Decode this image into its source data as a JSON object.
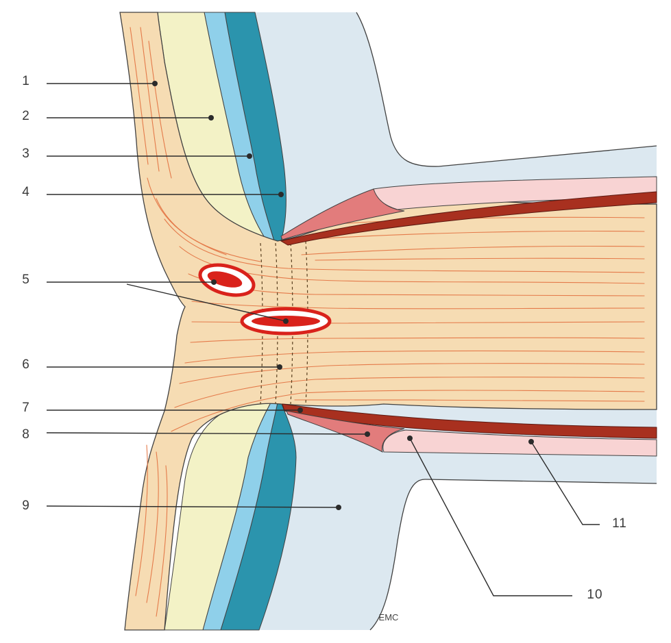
{
  "labels": [
    {
      "id": "1",
      "text": "1"
    },
    {
      "id": "2",
      "text": "2"
    },
    {
      "id": "3",
      "text": "3"
    },
    {
      "id": "4",
      "text": "4"
    },
    {
      "id": "5",
      "text": "5"
    },
    {
      "id": "6",
      "text": "6"
    },
    {
      "id": "7",
      "text": "7"
    },
    {
      "id": "8",
      "text": "8"
    },
    {
      "id": "9",
      "text": "9"
    },
    {
      "id": "10",
      "text": "10"
    },
    {
      "id": "11",
      "text": "11"
    }
  ],
  "credit": "EMC",
  "colors": {
    "background": "#ffffff",
    "vitreous": "#dce8f0",
    "nerve_fibers": "#f6dcb3",
    "fiber_lines": "#e47a4a",
    "layer_2": "#f3f2c6",
    "layer_3": "#8fd0ea",
    "layer_4": "#2b94ad",
    "sheath_dark": "#a8301f",
    "sheath_pink": "#e27c7c",
    "sheath_light": "#f8d3d3",
    "vessel_outline": "#d9221b",
    "outline": "#404040"
  }
}
